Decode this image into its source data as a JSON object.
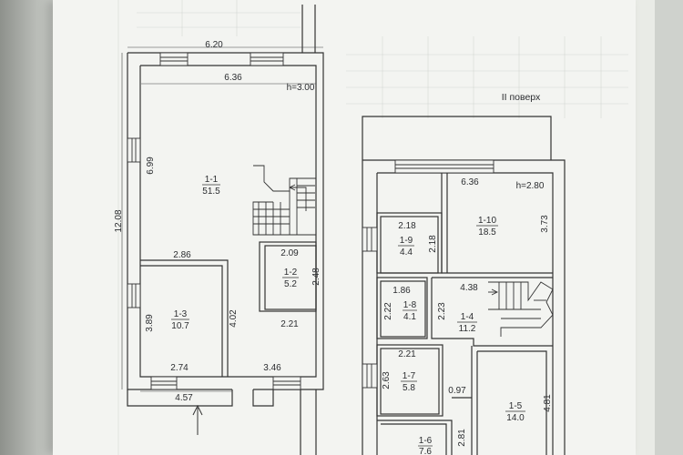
{
  "floor2_title": "II поверх",
  "floor1": {
    "dims": {
      "top_outer": "6.20",
      "top_inner": "6.36",
      "height_mark": "h=3.00",
      "left_total": "12.08",
      "room_1_1_height": "6.99",
      "room_1_3_top": "2.86",
      "room_1_3_left": "3.89",
      "room_1_3_right": "4.02",
      "room_1_3_bottom": "2.74",
      "room_1_2_top": "2.09",
      "room_1_2_right": "2.48",
      "hall_width": "2.21",
      "bottom_right": "3.46",
      "entry_width": "4.57"
    },
    "rooms": [
      {
        "id": "1-1",
        "area": "51.5"
      },
      {
        "id": "1-2",
        "area": "5.2"
      },
      {
        "id": "1-3",
        "area": "10.7"
      }
    ]
  },
  "floor2": {
    "dims": {
      "top_inner": "6.36",
      "height_mark": "h=2.80",
      "room_1_9_top": "2.18",
      "room_1_9_right": "2.18",
      "room_1_10_right": "3.73",
      "room_1_8_top": "1.86",
      "room_1_8_left": "2.22",
      "room_1_8_right": "2.23",
      "room_1_4_top": "4.38",
      "room_1_7_top": "2.21",
      "room_1_7_left": "2.63",
      "gap_width": "0.97",
      "room_1_5_right": "4.81",
      "room_1_6_right": "2.81"
    },
    "rooms": [
      {
        "id": "1-10",
        "area": "18.5"
      },
      {
        "id": "1-9",
        "area": "4.4"
      },
      {
        "id": "1-8",
        "area": "4.1"
      },
      {
        "id": "1-4",
        "area": "11.2"
      },
      {
        "id": "1-7",
        "area": "5.8"
      },
      {
        "id": "1-5",
        "area": "14.0"
      },
      {
        "id": "1-6",
        "area": "7.6"
      }
    ]
  }
}
